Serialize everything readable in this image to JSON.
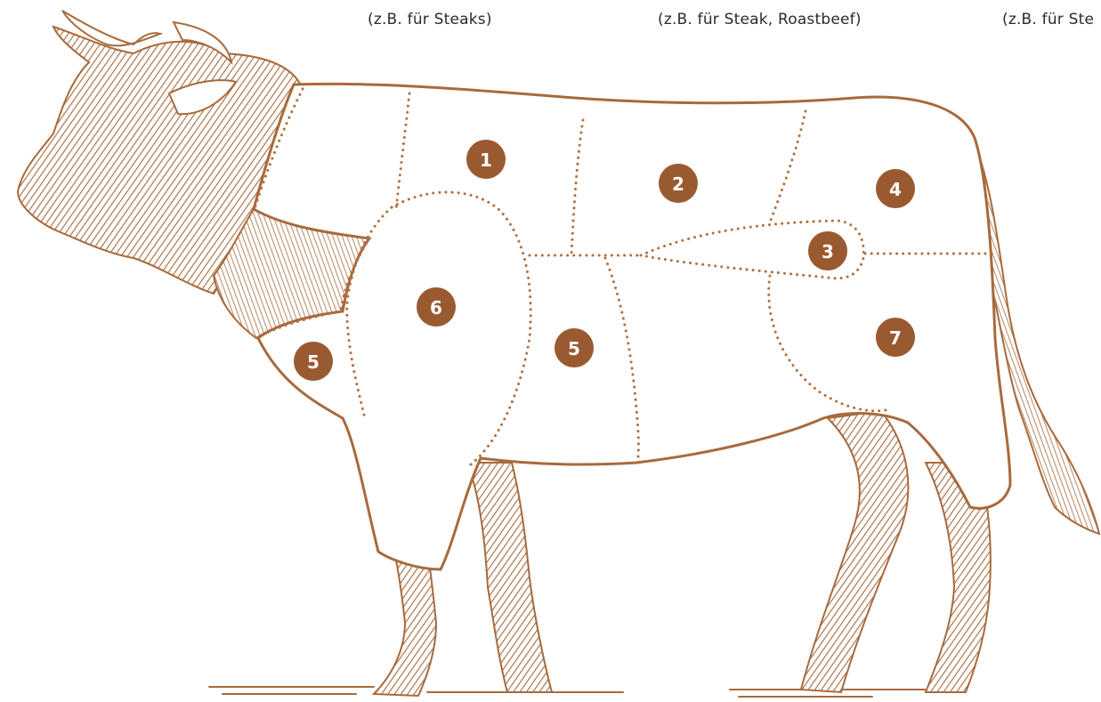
{
  "captions": [
    "(z.B. für Steaks)",
    "(z.B. für Steak, Roastbeef)",
    "(z.B. für Ste"
  ],
  "cuts": [
    {
      "label": "1"
    },
    {
      "label": "2"
    },
    {
      "label": "3"
    },
    {
      "label": "4"
    },
    {
      "label": "5"
    },
    {
      "label": "5"
    },
    {
      "label": "6"
    },
    {
      "label": "7"
    }
  ],
  "colors": {
    "ink": "#a86a3c",
    "badge": "#9a5a30",
    "dots": "#b07040",
    "caption": "#2b2b2b"
  }
}
